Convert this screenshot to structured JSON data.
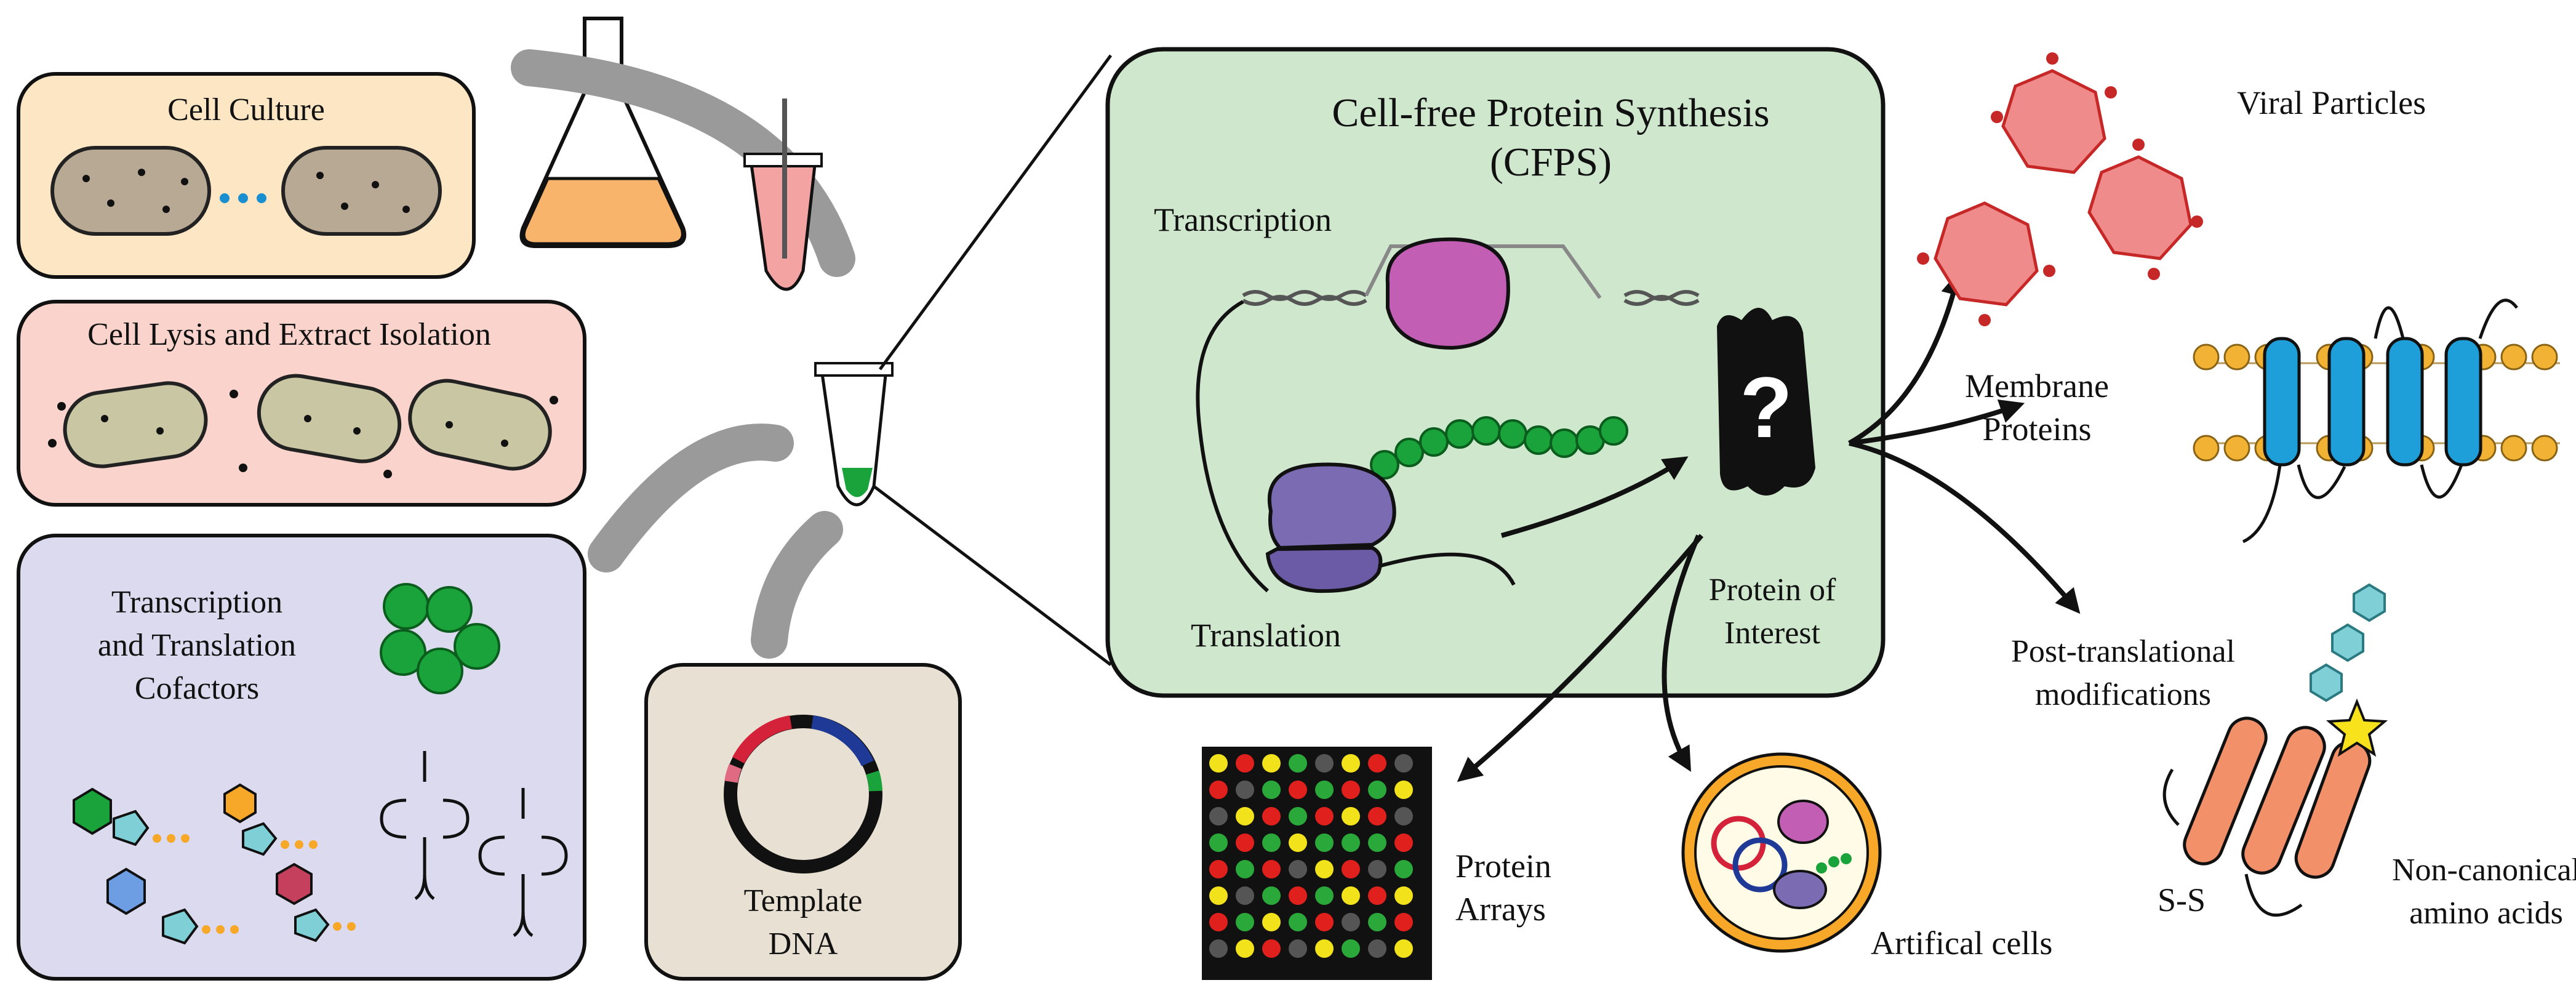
{
  "panels": {
    "cell_culture": "Cell Culture",
    "cell_lysis": "Cell Lysis and Extract Isolation",
    "cofactors": [
      "Transcription",
      "and Translation",
      "Cofactors"
    ],
    "template_dna": [
      "Template",
      "DNA"
    ]
  },
  "cfps": {
    "title_line1": "Cell-free Protein Synthesis",
    "title_line2": "(CFPS)",
    "transcription": "Transcription",
    "translation": "Translation",
    "protein_of_interest": [
      "Protein of",
      "Interest"
    ],
    "unknown_mark": "?"
  },
  "applications": {
    "viral_particles": "Viral Particles",
    "membrane_proteins": [
      "Membrane",
      "Proteins"
    ],
    "ptm": [
      "Post-translational",
      "modifications"
    ],
    "disulfide": "S-S",
    "non_canonical": [
      "Non-canonical",
      "amino acids"
    ],
    "protein_arrays": [
      "Protein",
      "Arrays"
    ],
    "artificial_cells": "Artifical cells"
  },
  "colors": {
    "culture_bg": "#fde6c4",
    "lysis_bg": "#f9d3cc",
    "cofactor_bg": "#dcdaee",
    "template_bg": "#e8e0d2",
    "cfps_bg": "#cfe8cd",
    "bead_green": "#1aa33a",
    "ribosome": "#7b6bb3",
    "polymerase": "#c25fb5",
    "virus": "#ef8b8b",
    "membrane_helix": "#1e9fd9",
    "ptm_cylinder": "#f2906a",
    "sugar": "#7fcfd6",
    "star": "#f7e21b"
  },
  "array_grid": {
    "rows": 8,
    "cols": 8,
    "cells": [
      "Y",
      "R",
      "Y",
      "G",
      "D",
      "Y",
      "R",
      "D",
      "R",
      "D",
      "G",
      "R",
      "G",
      "R",
      "G",
      "Y",
      "D",
      "Y",
      "R",
      "G",
      "R",
      "Y",
      "R",
      "D",
      "G",
      "R",
      "G",
      "Y",
      "G",
      "G",
      "G",
      "R",
      "R",
      "G",
      "R",
      "D",
      "Y",
      "R",
      "D",
      "G",
      "Y",
      "D",
      "G",
      "R",
      "G",
      "Y",
      "R",
      "Y",
      "R",
      "G",
      "Y",
      "G",
      "R",
      "D",
      "G",
      "R",
      "D",
      "Y",
      "R",
      "D",
      "Y",
      "G",
      "D",
      "Y"
    ]
  }
}
